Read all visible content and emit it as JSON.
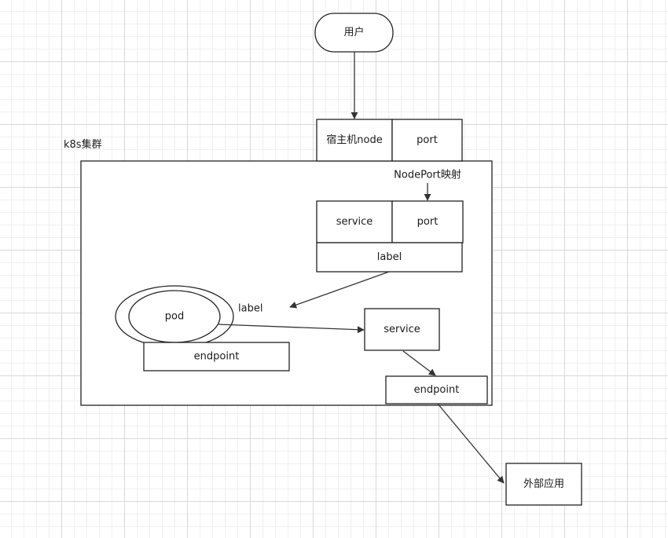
{
  "diagram": {
    "cluster": {
      "label": "k8s集群"
    },
    "nodes": {
      "user": "用户",
      "host_node": "宿主机node",
      "host_port": "port",
      "service_a": "service",
      "service_a_port": "port",
      "service_a_label": "label",
      "pod": "pod",
      "pod_endpoint": "endpoint",
      "service_b": "service",
      "endpoint_b": "endpoint",
      "external_app": "外部应用"
    },
    "edges": {
      "nodeport_mapping": "NodePort映射",
      "label_selector": "label"
    },
    "colors": {
      "stroke": "#222222",
      "grid_major": "#d9d9d9",
      "grid_minor": "#f0f0f0",
      "background": "#ffffff"
    }
  }
}
